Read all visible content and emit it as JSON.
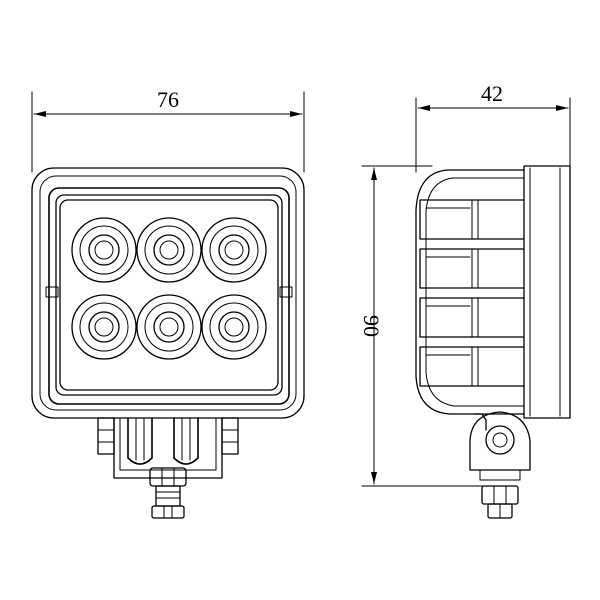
{
  "dimensions": {
    "width": "76",
    "depth": "42",
    "height": "90"
  },
  "colors": {
    "line": "#000000",
    "background": "#ffffff"
  },
  "front_view": {
    "led_count": 6
  },
  "side_view": {
    "fin_count": 4
  }
}
